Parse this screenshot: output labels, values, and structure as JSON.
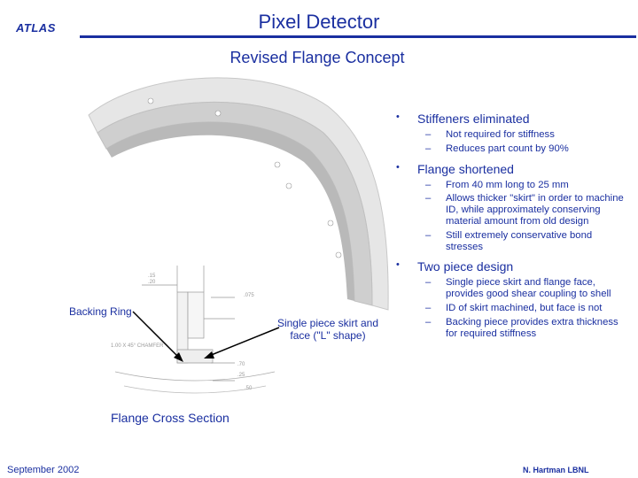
{
  "header": {
    "logo_text": "ATLAS",
    "title": "Pixel Detector",
    "subtitle": "Revised Flange Concept"
  },
  "bullets": [
    {
      "text": "Stiffeners eliminated",
      "subs": [
        "Not required for stiffness",
        "Reduces part count by 90%"
      ]
    },
    {
      "text": "Flange shortened",
      "subs": [
        "From 40 mm long to 25 mm",
        "Allows thicker \"skirt\" in order to machine ID, while approximately conserving material amount from old design",
        "Still extremely conservative bond stresses"
      ]
    },
    {
      "text": "Two piece design",
      "subs": [
        "Single piece skirt and flange face, provides good shear coupling to shell",
        "ID of skirt machined, but face is not",
        "Backing piece provides extra thickness for required stiffness"
      ]
    }
  ],
  "figure": {
    "backing_ring_label": "Backing Ring",
    "skirt_label": "Single piece skirt and face (\"L\" shape)",
    "caption": "Flange Cross Section",
    "dim_labels": [
      "1.00 X 45° CHAMFER",
      ".15",
      ".075",
      ".70",
      ".50",
      ".25",
      ".20"
    ]
  },
  "footer": {
    "date": "September 2002",
    "author": "N. Hartman LBNL"
  },
  "colors": {
    "accent": "#1a2fa0",
    "ring_light": "#e4e4e4",
    "ring_dark": "#bdbdbd"
  }
}
